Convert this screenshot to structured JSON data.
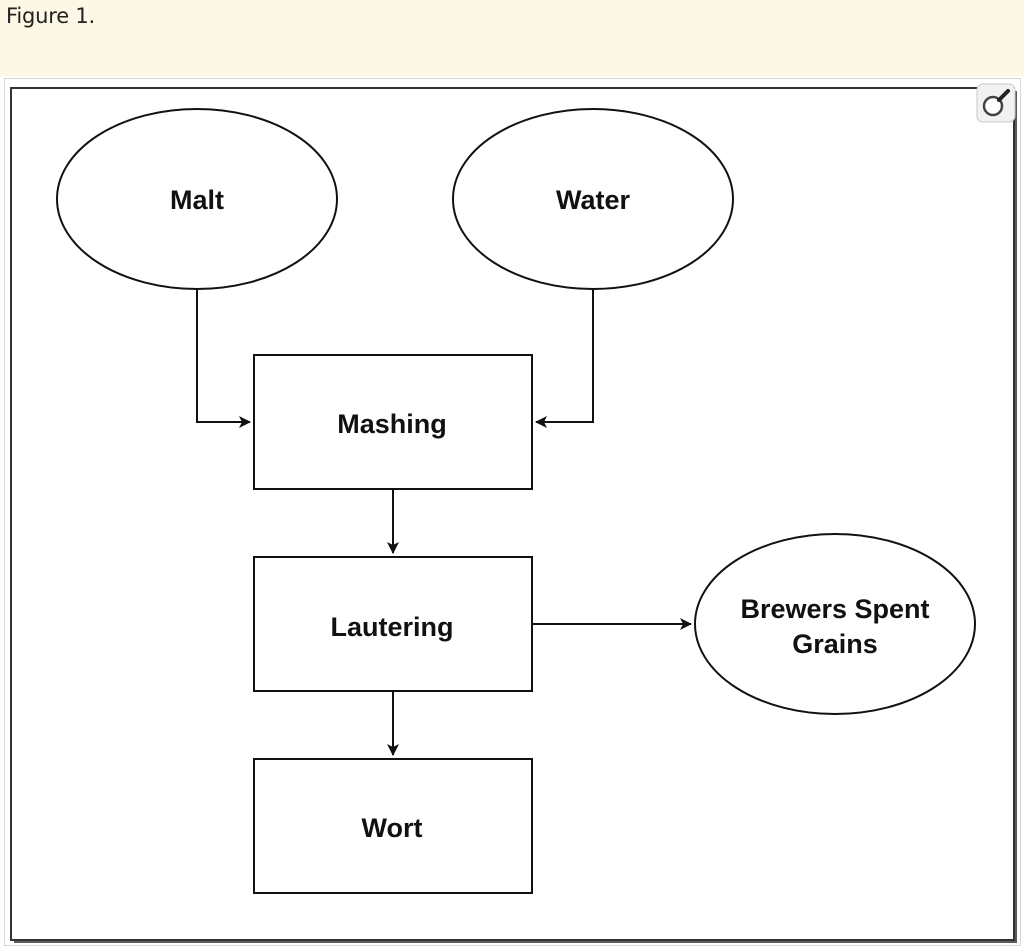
{
  "caption": "Figure 1.",
  "zoom_icon": "magnifier-icon",
  "nodes": {
    "malt": "Malt",
    "water": "Water",
    "mashing": "Mashing",
    "lautering": "Lautering",
    "brewers_spent_grains_line1": "Brewers Spent",
    "brewers_spent_grains_line2": "Grains",
    "wort": "Wort"
  }
}
